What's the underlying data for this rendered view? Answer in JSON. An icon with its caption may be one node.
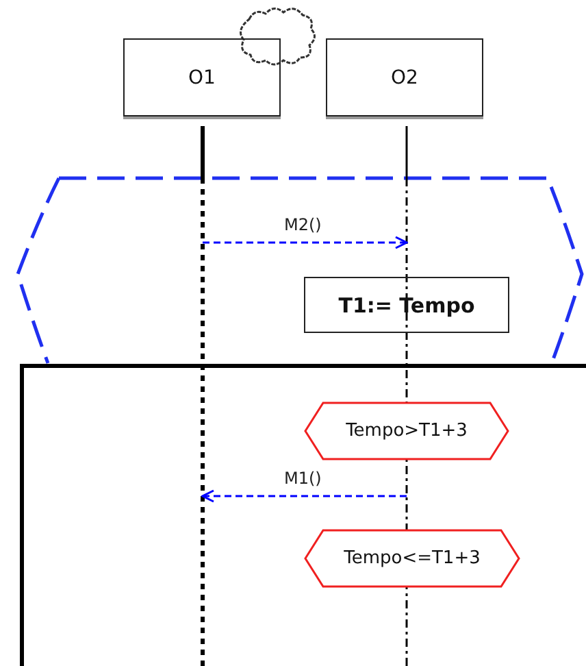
{
  "diagram": {
    "nodes": [
      {
        "text": [
          "O1"
        ]
      },
      {
        "text": [
          "O2"
        ]
      },
      {
        "text": [
          "T1:= Tempo"
        ]
      },
      {
        "text": [
          "Tempo>T1+3"
        ]
      },
      {
        "text": [
          "Tempo<=T1+3"
        ]
      }
    ],
    "labels": [
      "M2()",
      "M1()"
    ]
  }
}
